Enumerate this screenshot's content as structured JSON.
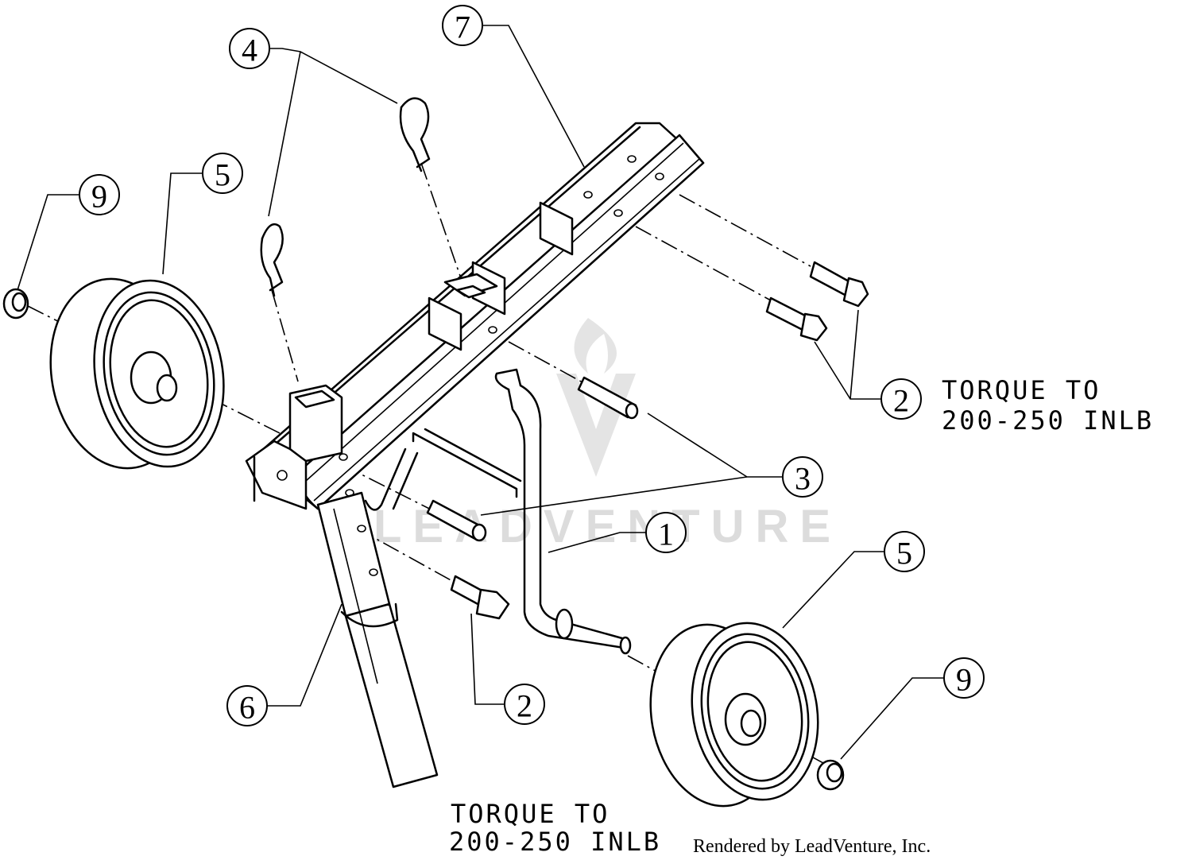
{
  "callouts": [
    {
      "id": "c1",
      "number": "1"
    },
    {
      "id": "c2a",
      "number": "2"
    },
    {
      "id": "c2b",
      "number": "2"
    },
    {
      "id": "c3",
      "number": "3"
    },
    {
      "id": "c4",
      "number": "4"
    },
    {
      "id": "c5a",
      "number": "5"
    },
    {
      "id": "c5b",
      "number": "5"
    },
    {
      "id": "c6",
      "number": "6"
    },
    {
      "id": "c7",
      "number": "7"
    },
    {
      "id": "c9a",
      "number": "9"
    },
    {
      "id": "c9b",
      "number": "9"
    }
  ],
  "torque_note_right": {
    "line1": "TORQUE TO",
    "line2": "200-250 INLB"
  },
  "torque_note_bottom": {
    "line1": "TORQUE TO",
    "line2": "200-250 INLB"
  },
  "credit": "Rendered by LeadVenture, Inc.",
  "watermark": "LEADVENTURE",
  "colors": {
    "line": "#000000",
    "background": "#ffffff",
    "watermark": "#dcdcdc"
  }
}
